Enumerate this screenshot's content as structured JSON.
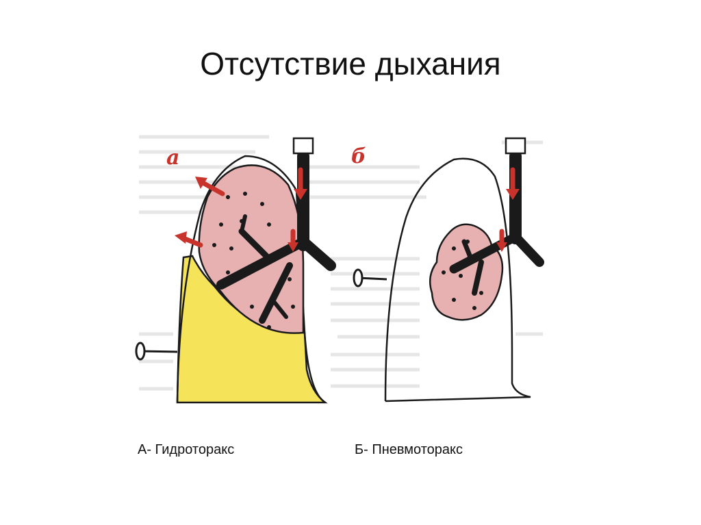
{
  "slide": {
    "title": "Отсутствие дыхания"
  },
  "figure": {
    "panel_a": {
      "marker": "а",
      "fluid_color": "#f5e35a",
      "lung_color": "#e7b1b1",
      "arrow_color": "#c8342c"
    },
    "panel_b": {
      "marker": "б",
      "lung_color": "#e7b1b1",
      "arrow_color": "#c8342c"
    }
  },
  "captions": {
    "a": "А- Гидроторакс",
    "b": "Б- Пневмоторакс"
  }
}
